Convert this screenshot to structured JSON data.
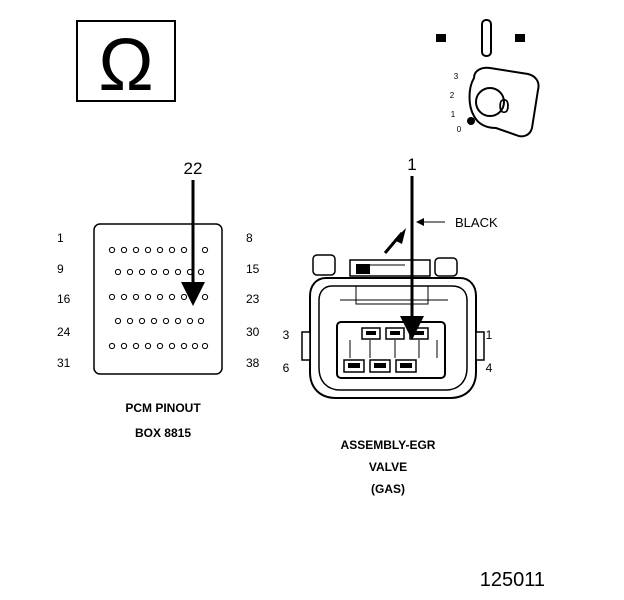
{
  "ohm_symbol": {
    "glyph": "Ω",
    "icon": "ohm-meter-icon"
  },
  "ignition": {
    "icon": "ignition-key-icon",
    "positions": [
      "3",
      "2",
      "1",
      "0"
    ],
    "key_label": "0"
  },
  "pcm": {
    "probe_pin": "22",
    "row_labels_left": [
      "1",
      "9",
      "16",
      "24",
      "31"
    ],
    "row_labels_right": [
      "8",
      "15",
      "23",
      "30",
      "38"
    ],
    "caption_line1": "PCM PINOUT",
    "caption_line2": "BOX 8815"
  },
  "egr": {
    "probe_pin": "1",
    "wire_color_label": "BLACK",
    "cavity_labels": [
      "3",
      "1",
      "6",
      "4"
    ],
    "caption_line1": "ASSEMBLY-EGR",
    "caption_line2": "VALVE",
    "caption_line3": "(GAS)"
  },
  "figure_number": "125011"
}
